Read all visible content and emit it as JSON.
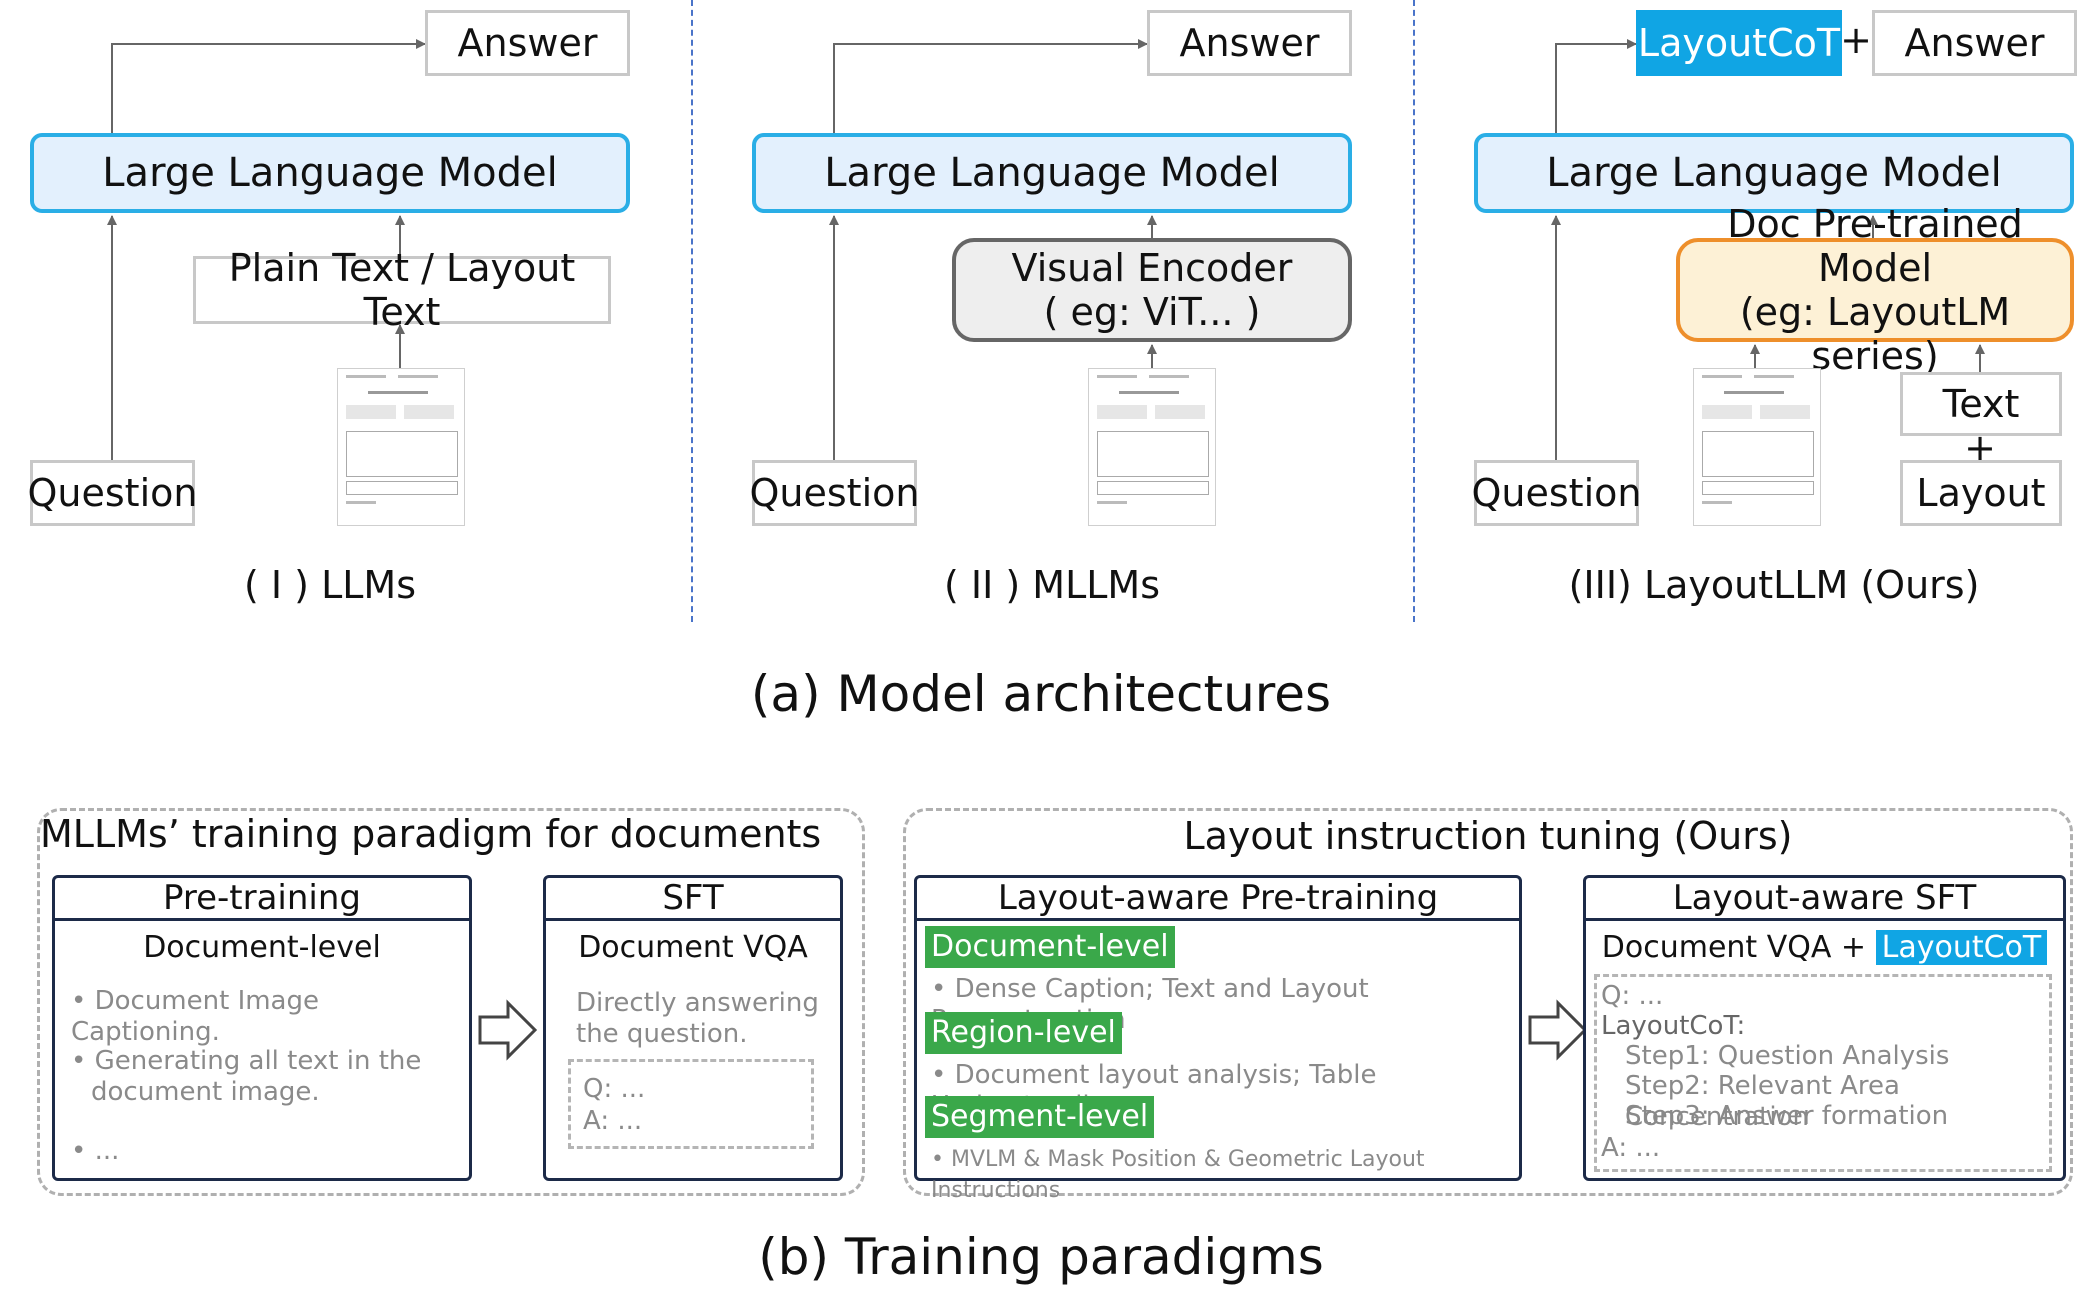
{
  "architectures": {
    "llms": {
      "answer": "Answer",
      "model": "Large Language Model",
      "text_input": "Plain Text / Layout Text",
      "question": "Question",
      "caption": "( I ) LLMs"
    },
    "mllms": {
      "answer": "Answer",
      "model": "Large Language Model",
      "encoder_line1": "Visual Encoder",
      "encoder_line2": "( eg: ViT... )",
      "question": "Question",
      "caption": "( II ) MLLMs"
    },
    "layoutllm": {
      "cot": "LayoutCoT",
      "plus": "+",
      "answer": "Answer",
      "model": "Large Language Model",
      "doc_model_line1": "Doc Pre-trained Model",
      "doc_model_line2": "(eg: LayoutLM series)",
      "text": "Text",
      "plus2": "+",
      "layout": "Layout",
      "question": "Question",
      "caption": "(III) LayoutLLM (Ours)"
    },
    "subcaption": "(a) Model architectures"
  },
  "paradigms": {
    "mllm_group": {
      "title": "MLLMs’ training paradigm for documents",
      "pretraining": {
        "header": "Pre-training",
        "subtitle": "Document-level",
        "bullet1": "• Document Image Captioning.",
        "bullet2a": "• Generating all text in the",
        "bullet2b": "document image.",
        "bullet3": "• ..."
      },
      "sft": {
        "header": "SFT",
        "subtitle": "Document VQA",
        "desc1": "Directly answering",
        "desc2": "the question.",
        "q": "Q: ...",
        "a": "A: ..."
      }
    },
    "ours_group": {
      "title": "Layout instruction tuning (Ours)",
      "pretraining": {
        "header": "Layout-aware Pre-training",
        "doc_level": "Document-level",
        "doc_desc": "• Dense Caption; Text and Layout Reconstruction",
        "region_level": "Region-level",
        "region_desc": "• Document layout analysis; Table Understanding",
        "segment_level": "Segment-level",
        "segment_desc": "• MVLM & Mask Position & Geometric Layout Instructions"
      },
      "sft": {
        "header": "Layout-aware SFT",
        "subtitle": "Document VQA +",
        "cot": "LayoutCoT",
        "q": "Q: ...",
        "cot_label": "LayoutCoT:",
        "step1": "Step1: Question Analysis",
        "step2": "Step2: Relevant Area Concentration",
        "step3": "Step3: Answer formation",
        "a": "A: ..."
      }
    },
    "subcaption": "(b) Training paradigms"
  },
  "colors": {
    "llm_fill": "#e3f0fd",
    "llm_border": "#2aaee6",
    "highlight": "#10a5e4",
    "doc_model_fill": "#fdf1d6",
    "doc_model_border": "#ee8f2b",
    "level_green": "#3aa84a",
    "panel_border": "#1c2a48"
  }
}
